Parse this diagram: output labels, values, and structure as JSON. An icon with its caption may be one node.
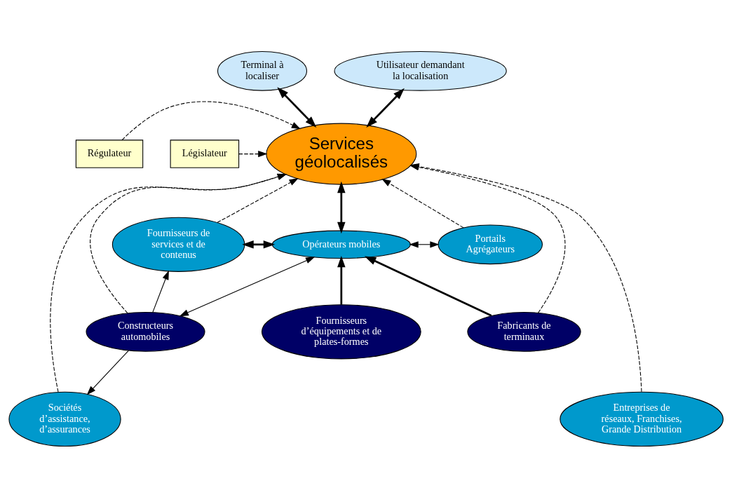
{
  "diagram": {
    "nodes": [
      {
        "text": [
          "Terminal à localiser"
        ]
      },
      {
        "text": [
          "Utilisateur demandant la localisation"
        ]
      },
      {
        "text": [
          "Régulateur"
        ]
      },
      {
        "text": [
          "Législateur"
        ]
      },
      {
        "text": [
          "Services géolocalisés"
        ]
      },
      {
        "text": [
          "Fournisseurs de services et de contenus"
        ]
      },
      {
        "text": [
          "Portails Agrégateurs"
        ]
      },
      {
        "text": [
          "Opérateurs mobiles"
        ]
      },
      {
        "text": [
          "Sociétés d’assistance, d’assurances"
        ]
      },
      {
        "text": [
          "Entreprises de réseaux, Franchises, Grande Distribution"
        ]
      },
      {
        "text": [
          "Constructeurs automobiles"
        ]
      },
      {
        "text": [
          "Fournisseurs d’équipements et de plates-formes"
        ]
      },
      {
        "text": [
          "Fabricants de terminaux"
        ]
      }
    ],
    "edges": [
      {
        "from": 0,
        "to": 4,
        "arrow": "both",
        "style": "thick"
      },
      {
        "from": 1,
        "to": 4,
        "arrow": "both",
        "style": "thick"
      },
      {
        "from": 2,
        "to": 4,
        "arrow": "to",
        "style": "dashed"
      },
      {
        "from": 3,
        "to": 4,
        "arrow": "to",
        "style": "dashed"
      },
      {
        "from": 10,
        "to": 4,
        "arrow": "to",
        "style": "dashed"
      },
      {
        "from": 5,
        "to": 4,
        "arrow": "to",
        "style": "dashed"
      },
      {
        "from": 8,
        "to": 4,
        "arrow": "to",
        "style": "dashed"
      },
      {
        "from": 12,
        "to": 4,
        "arrow": "to",
        "style": "dashed"
      },
      {
        "from": 6,
        "to": 4,
        "arrow": "to",
        "style": "dashed"
      },
      {
        "from": 9,
        "to": 4,
        "arrow": "to",
        "style": "dashed"
      },
      {
        "from": 4,
        "to": 7,
        "arrow": "both",
        "style": "thick"
      },
      {
        "from": 5,
        "to": 7,
        "arrow": "both",
        "style": "thick"
      },
      {
        "from": 7,
        "to": 6,
        "arrow": "both"
      },
      {
        "from": 10,
        "to": 5,
        "arrow": "to"
      },
      {
        "from": 10,
        "to": 8,
        "arrow": "to"
      },
      {
        "from": 7,
        "to": 10,
        "arrow": "both"
      },
      {
        "from": 11,
        "to": 7,
        "arrow": "to",
        "style": "thick"
      },
      {
        "from": 12,
        "to": 7,
        "arrow": "to",
        "style": "thick"
      }
    ]
  }
}
